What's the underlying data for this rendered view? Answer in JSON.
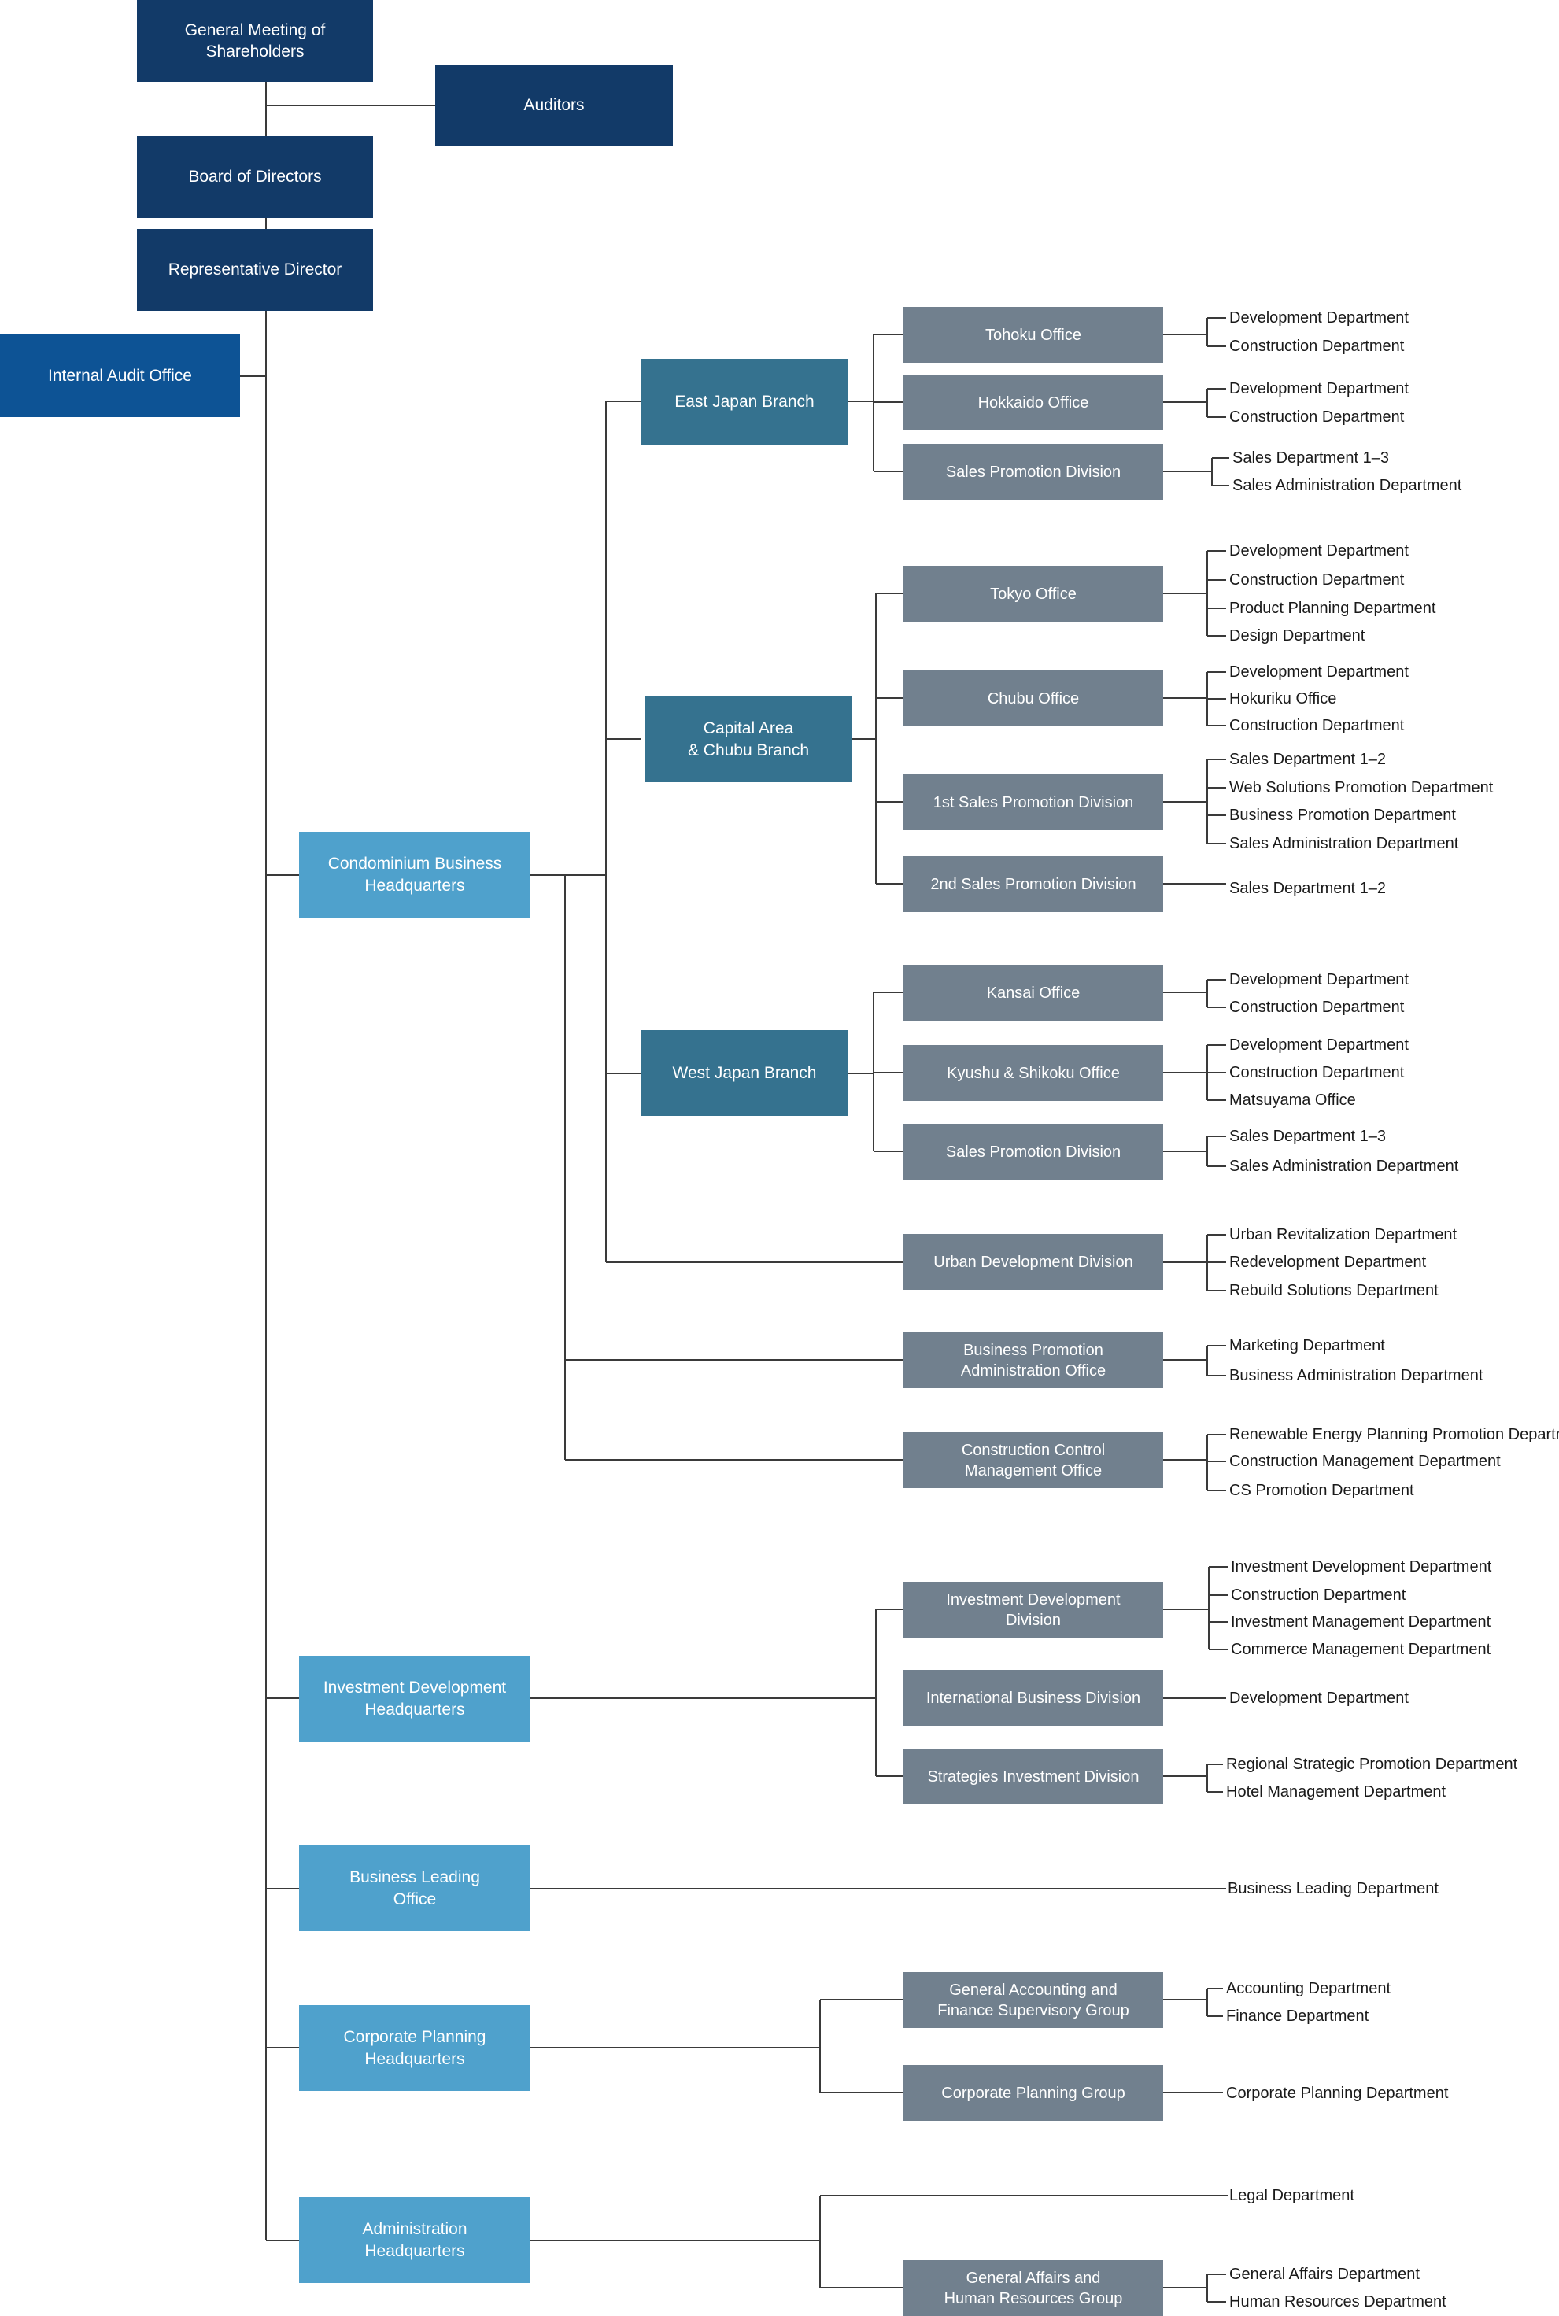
{
  "colors": {
    "navy": "#123a68",
    "audit_blue": "#0d5395",
    "branch_teal": "#35728f",
    "headquarters_light": "#4fa1cc",
    "office_gray": "#71808e",
    "line": "#3a3a3a"
  },
  "top": {
    "general_meeting": "General Meeting of\nShareholders",
    "auditors": "Auditors",
    "board": "Board of Directors",
    "representative": "Representative Director",
    "internal_audit": "Internal Audit Office"
  },
  "headquarters": {
    "condominium": "Condominium Business\nHeadquarters",
    "investment": "Investment Development\nHeadquarters",
    "business_leading": "Business Leading\nOffice",
    "corporate_planning": "Corporate Planning\nHeadquarters",
    "administration": "Administration\nHeadquarters"
  },
  "branches": {
    "east": "East Japan Branch",
    "capital": "Capital Area\n& Chubu Branch",
    "west": "West Japan Branch"
  },
  "offices": {
    "tohoku": "Tohoku Office",
    "hokkaido": "Hokkaido Office",
    "east_sales": "Sales Promotion Division",
    "tokyo": "Tokyo Office",
    "chubu": "Chubu Office",
    "first_sales": "1st Sales Promotion Division",
    "second_sales": "2nd Sales Promotion Division",
    "kansai": "Kansai Office",
    "kyushu": "Kyushu & Shikoku Office",
    "west_sales": "Sales Promotion Division",
    "urban": "Urban Development Division",
    "bpao": "Business Promotion\nAdministration Office",
    "ccmo": "Construction Control\nManagement Office",
    "inv_div": "Investment  Development\nDivision",
    "intl": "International Business Division",
    "strat": "Strategies Investment Division",
    "gafs": "General Accounting and\nFinance Supervisory Group",
    "cpg": "Corporate Planning Group",
    "gahr": "General Affairs and\nHuman Resources Group"
  },
  "departments": {
    "tohoku": [
      "Development Department",
      "Construction Department"
    ],
    "hokkaido": [
      "Development Department",
      "Construction Department"
    ],
    "east_sales": [
      "Sales Department 1–3",
      "Sales Administration Department"
    ],
    "tokyo": [
      "Development Department",
      "Construction Department",
      "Product Planning Department",
      "Design Department"
    ],
    "chubu": [
      "Development Department",
      "Hokuriku Office",
      "Construction Department"
    ],
    "first_sales": [
      "Sales Department 1–2",
      "Web Solutions Promotion Department",
      "Business Promotion Department",
      "Sales Administration Department"
    ],
    "second_sales": [
      "Sales Department 1–2"
    ],
    "kansai": [
      "Development Department",
      "Construction Department"
    ],
    "kyushu": [
      "Development Department",
      "Construction Department",
      "Matsuyama Office"
    ],
    "west_sales": [
      "Sales Department 1–3",
      "Sales Administration Department"
    ],
    "urban": [
      "Urban Revitalization Department",
      "Redevelopment Department",
      "Rebuild Solutions Department"
    ],
    "bpao": [
      "Marketing Department",
      "Business Administration Department"
    ],
    "ccmo": [
      "Renewable Energy Planning Promotion Department",
      "Construction Management Department",
      "CS Promotion Department"
    ],
    "inv_div": [
      "Investment Development Department",
      "Construction Department",
      "Investment Management Department",
      "Commerce Management Department"
    ],
    "intl": [
      "Development Department"
    ],
    "strat": [
      "Regional Strategic Promotion Department",
      "Hotel Management Department"
    ],
    "business_leading": [
      "Business Leading Department"
    ],
    "gafs": [
      "Accounting Department",
      "Finance Department"
    ],
    "cpg": [
      "Corporate Planning Department"
    ],
    "admin_direct": [
      "Legal Department"
    ],
    "gahr": [
      "General Affairs Department",
      "Human Resources Department"
    ]
  }
}
